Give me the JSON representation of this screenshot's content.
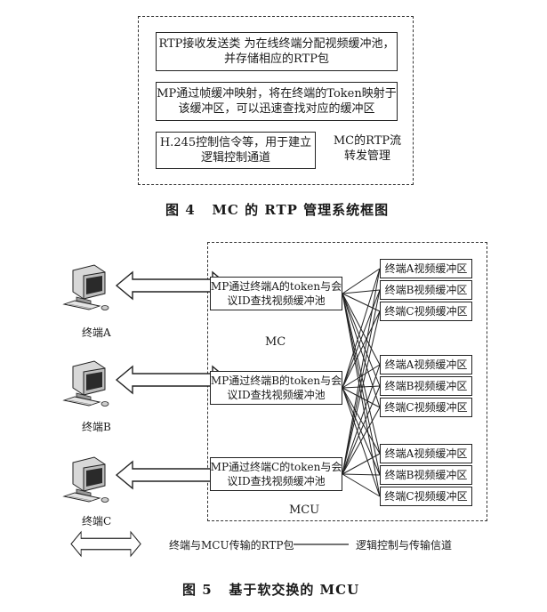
{
  "fig4": {
    "box1": "RTP接收发送类 为在线终端分配视频缓冲池，\n并存储相应的RTP包",
    "box2": "MP通过帧缓冲映射，将在终端的Token映射于\n该缓冲区，可以迅速查找对应的缓冲区",
    "box3": "H.245控制信令等，用于建立\n逻辑控制通道",
    "side": "MC的RTP流\n转发管理",
    "caption": "图 4   MC 的 RTP 管理系统框图"
  },
  "fig5": {
    "terminals": [
      "终端A",
      "终端B",
      "终端C"
    ],
    "mp_boxes": [
      "MP通过终端A的token与会\n议ID查找视频缓冲池",
      "MP通过终端B的token与会\n议ID查找视频缓冲池",
      "MP通过终端C的token与会\n议ID查找视频缓冲池"
    ],
    "buffers": [
      [
        "终端A视频缓冲区",
        "终端B视频缓冲区",
        "终端C视频缓冲区"
      ],
      [
        "终端A视频缓冲区",
        "终端B视频缓冲区",
        "终端C视频缓冲区"
      ],
      [
        "终端A视频缓冲区",
        "终端B视频缓冲区",
        "终端C视频缓冲区"
      ]
    ],
    "mc_label": "MC",
    "mcu_label": "MCU",
    "legend_rtp": "终端与MCU传输的RTP包",
    "legend_line": "逻辑控制与传输信道",
    "caption": "图 5   基于软交换的 MCU"
  }
}
